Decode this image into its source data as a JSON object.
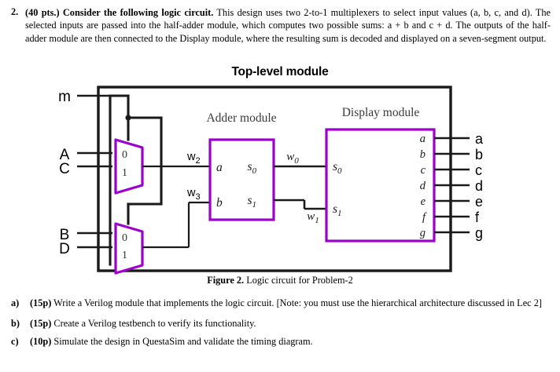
{
  "problem": {
    "number": "2.",
    "bold_lead": "(40 pts.) Consider the following logic circuit.",
    "body": " This design uses two 2-to-1 multiplexers to select input values (a, b, c, and d). The selected inputs are passed into the half-adder module, which computes two possible sums: a + b and c + d. The outputs of the half-adder module are then connected to the Display module, where the resulting sum is decoded and displayed on a seven-segment output."
  },
  "figure": {
    "title": "Top-level module",
    "caption_bold": "Figure 2.",
    "caption_rest": " Logic circuit for Problem-2",
    "modules": {
      "adder_label": "Adder module",
      "display_label": "Display module"
    },
    "inputs": [
      {
        "name": "m",
        "label": "m"
      },
      {
        "name": "a-input",
        "label": "A"
      },
      {
        "name": "c-input",
        "label": "C"
      },
      {
        "name": "b-input",
        "label": "B"
      },
      {
        "name": "d-input",
        "label": "D"
      }
    ],
    "mux_top": {
      "sel_0": "0",
      "sel_1": "1"
    },
    "mux_bottom": {
      "sel_0": "0",
      "sel_1": "1"
    },
    "wires": {
      "w2": "w",
      "w2_sub": "2",
      "w3": "w",
      "w3_sub": "3",
      "w0": "w",
      "w0_sub": "0",
      "w1": "w",
      "w1_sub": "1"
    },
    "adder_ports": {
      "in_a": "a",
      "in_b": "b",
      "out_s0": "s",
      "out_s0_sub": "0",
      "out_s1": "s",
      "out_s1_sub": "1"
    },
    "display_ports": {
      "in_s0": "s",
      "in_s0_sub": "0",
      "in_s1": "s",
      "in_s1_sub": "1",
      "segments": [
        "a",
        "b",
        "c",
        "d",
        "e",
        "f",
        "g"
      ]
    },
    "outputs": [
      "a",
      "b",
      "c",
      "d",
      "e",
      "f",
      "g"
    ],
    "colors": {
      "module_purple": "#9B00CC",
      "wire_black": "#1a1a1a",
      "background": "#ffffff"
    }
  },
  "items": [
    {
      "marker": "a)",
      "points": "(15p)",
      "text": " Write a Verilog module that implements the logic circuit.  [Note: you must use the hierarchical architecture discussed in Lec 2]"
    },
    {
      "marker": "b)",
      "points": "(15p)",
      "text": " Create a Verilog testbench to verify its functionality."
    },
    {
      "marker": "c)",
      "points": "(10p)",
      "text": " Simulate the design in QuestaSim and validate the timing diagram."
    }
  ]
}
